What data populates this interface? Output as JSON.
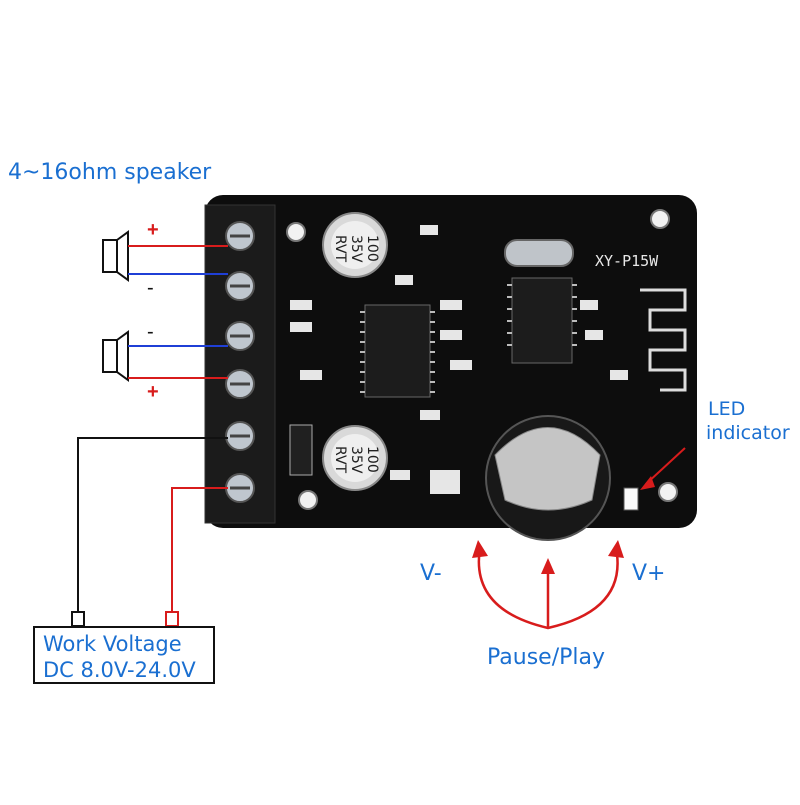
{
  "speaker_title": "4~16ohm speaker",
  "polarity": {
    "plus": "+",
    "minus": "-"
  },
  "board_model": "XY-P15W",
  "capacitors": [
    {
      "line1": "100",
      "line2": "35V",
      "line3": "RVT"
    },
    {
      "line1": "100",
      "line2": "35V",
      "line3": "RVT"
    }
  ],
  "led_label": {
    "line1": "LED",
    "line2": "indicator"
  },
  "knob_labels": {
    "vol_down": "V-",
    "vol_up": "V+",
    "center": "Pause/Play"
  },
  "power_box": {
    "line1": "Work Voltage",
    "line2": "DC 8.0V-24.0V"
  },
  "colors": {
    "label_blue": "#1a6fd1",
    "wire_red": "#d81c1c",
    "wire_blue": "#1f3fd6",
    "wire_black": "#111111",
    "pcb": "#0d0d0d"
  }
}
